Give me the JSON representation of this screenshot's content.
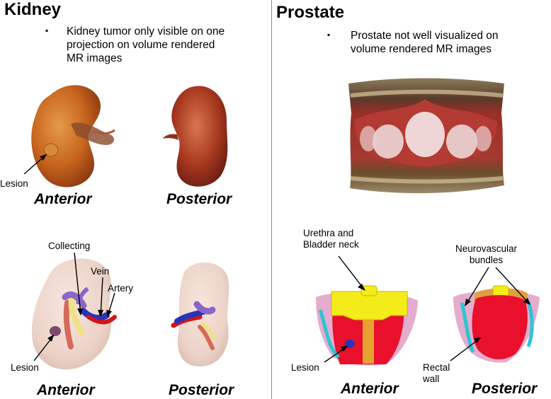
{
  "kidney": {
    "title": "Kidney",
    "bullet": "Kidney tumor only visible on one projection on volume rendered MR images",
    "bullet_lines": [
      "Kidney tumor only visible on one",
      "projection on volume rendered",
      "MR images"
    ],
    "top_views": {
      "anterior": "Anterior",
      "posterior": "Posterior"
    },
    "bottom_views": {
      "anterior": "Anterior",
      "posterior": "Posterior"
    },
    "labels": {
      "lesion_top": "Lesion",
      "collecting": "Collecting",
      "vein": "Vein",
      "artery": "Artery",
      "lesion_bottom": "Lesion"
    }
  },
  "prostate": {
    "title": "Prostate",
    "bullet": "Prostate not well visualized on volume rendered MR images",
    "bullet_lines": [
      "Prostate not well visualized on",
      "volume rendered MR images"
    ],
    "views": {
      "anterior": "Anterior",
      "posterior": "Posterior"
    },
    "labels": {
      "urethra_lines": [
        "Urethra and",
        "Bladder neck"
      ],
      "neurovascular_lines": [
        "Neurovascular",
        "bundles"
      ],
      "lesion": "Lesion",
      "rectal_lines": [
        "Rectal",
        "wall"
      ]
    }
  },
  "colors": {
    "kidney_orange": "#c8651e",
    "kidney_red": "#a8381f",
    "kidney_model": "#ecd3c8",
    "vein_blue": "#2a33b8",
    "artery_red": "#d4141a",
    "collecting_purple": "#8a66c8",
    "ureter_yellow": "#f0e08a",
    "lesion_purple": "#7a4a6a",
    "prostate_yellow": "#f4ec18",
    "prostate_red": "#e8102a",
    "prostate_pink": "#d88ab8",
    "nerve_cyan": "#2ec4d4",
    "divider": "#8a8a8a"
  }
}
